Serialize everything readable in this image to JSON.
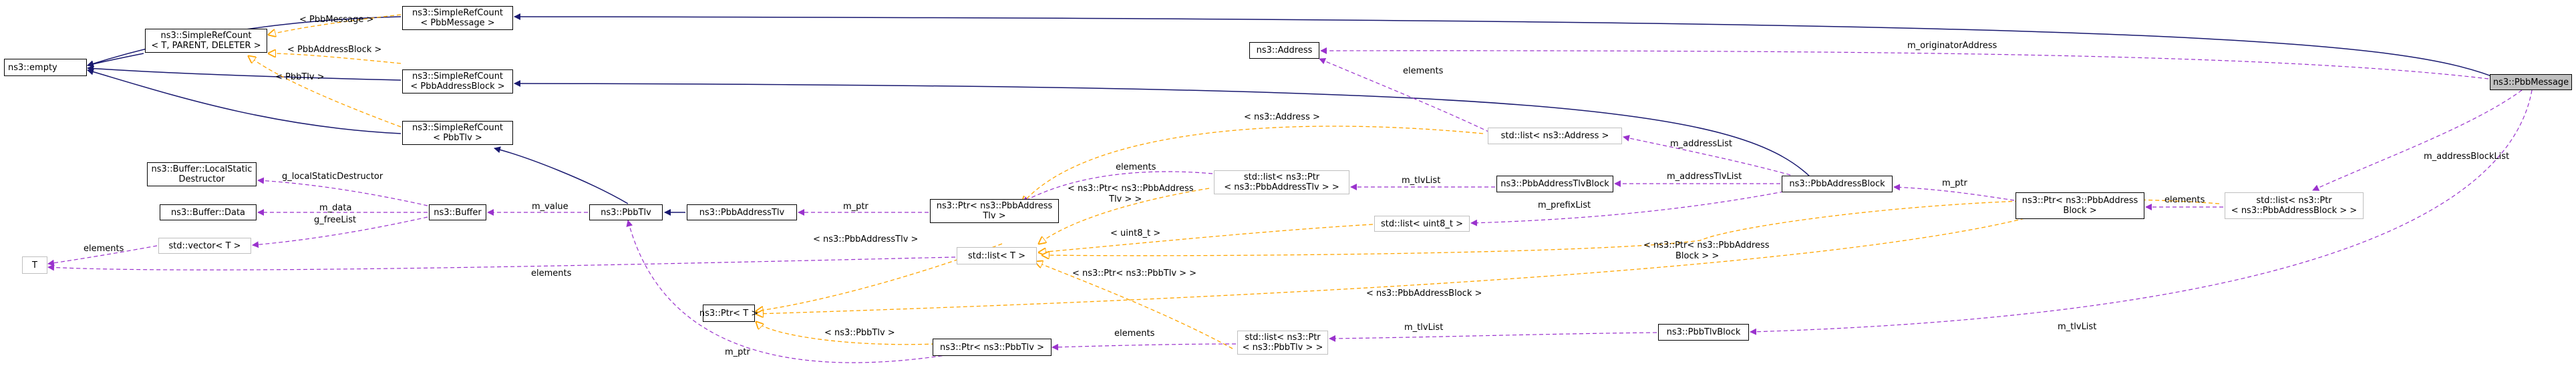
{
  "nodes": {
    "empty": [
      "ns3::empty"
    ],
    "srcMsg": [
      "ns3::SimpleRefCount",
      "< PbbMessage >"
    ],
    "srcT": [
      "ns3::SimpleRefCount",
      "< T, PARENT, DELETER >"
    ],
    "srcAB": [
      "ns3::SimpleRefCount",
      "< PbbAddressBlock >"
    ],
    "srcTlv": [
      "ns3::SimpleRefCount",
      "< PbbTlv >"
    ],
    "bufLocal": [
      "ns3::Buffer::LocalStatic",
      "Destructor"
    ],
    "bufData": [
      "ns3::Buffer::Data"
    ],
    "vecT": [
      "std::vector< T >"
    ],
    "tT": [
      "T"
    ],
    "buffer": [
      "ns3::Buffer"
    ],
    "pbbTlv": [
      "ns3::PbbTlv"
    ],
    "pbbAddrTlv": [
      "ns3::PbbAddressTlv"
    ],
    "ptrAddrTlv": [
      "ns3::Ptr< ns3::PbbAddress",
      "Tlv >"
    ],
    "ptrT": [
      "ns3::Ptr< T >"
    ],
    "ptrTlv": [
      "ns3::Ptr< ns3::PbbTlv >"
    ],
    "listT": [
      "std::list< T >"
    ],
    "address": [
      "ns3::Address"
    ],
    "listAddr": [
      "std::list< ns3::Address >"
    ],
    "listPtrAddrTlv": [
      "std::list< ns3::Ptr",
      "< ns3::PbbAddressTlv > >"
    ],
    "listU8": [
      "std::list< uint8_t >"
    ],
    "listPtrTlv": [
      "std::list< ns3::Ptr",
      "< ns3::PbbTlv > >"
    ],
    "addrTlvBlock": [
      "ns3::PbbAddressTlvBlock"
    ],
    "addrBlock": [
      "ns3::PbbAddressBlock"
    ],
    "tlvBlock": [
      "ns3::PbbTlvBlock"
    ],
    "ptrAddrBlock": [
      "ns3::Ptr< ns3::PbbAddress",
      "Block >"
    ],
    "listPtrAddrBlock": [
      "std::list< ns3::Ptr",
      "< ns3::PbbAddressBlock > >"
    ],
    "message": [
      "ns3::PbbMessage"
    ]
  },
  "edges": {
    "g_localStaticDestructor": "g_localStaticDestructor",
    "m_data": "m_data",
    "g_freeList": "g_freeList",
    "elements_vec": "elements",
    "elements_listT": "elements",
    "m_value": "m_value",
    "m_ptr_addrtlv": "m_ptr",
    "m_ptr_tlv": "m_ptr",
    "tpl_msg": "< PbbMessage >",
    "tpl_ab": "< PbbAddressBlock >",
    "tpl_tlv": "< PbbTlv >",
    "tpl_address": "< ns3::Address >",
    "elements_addr": "elements",
    "elements_ptraddrtlv": "elements",
    "tpl_ptraddrtlv": "< ns3::Ptr< ns3::PbbAddress\nTlv > >",
    "tpl_pbbaddrtlv": "< ns3::PbbAddressTlv >",
    "tpl_u8": "< uint8_t >",
    "tpl_ptrtlv": "< ns3::Ptr< ns3::PbbTlv > >",
    "tpl_ptrab": "< ns3::Ptr< ns3::PbbAddress\nBlock > >",
    "tpl_pbbab": "< ns3::PbbAddressBlock >",
    "tpl_pbbtlv": "< ns3::PbbTlv >",
    "elements_ptrtlv": "elements",
    "m_tlvList_a": "m_tlvList",
    "m_addressTlvList": "m_addressTlvList",
    "m_addressList": "m_addressList",
    "m_prefixList": "m_prefixList",
    "m_ptr_ab": "m_ptr",
    "elements_ab": "elements",
    "m_tlvList_b": "m_tlvList",
    "m_originatorAddress": "m_originatorAddress",
    "m_addressBlockList": "m_addressBlockList"
  },
  "colors": {
    "inherit": "#191970",
    "usage": "#9a32cd",
    "template": "#ffa500",
    "node_border": "#000000",
    "grey_border": "#bfbfbf",
    "focus_fill": "#bfbfbf"
  }
}
